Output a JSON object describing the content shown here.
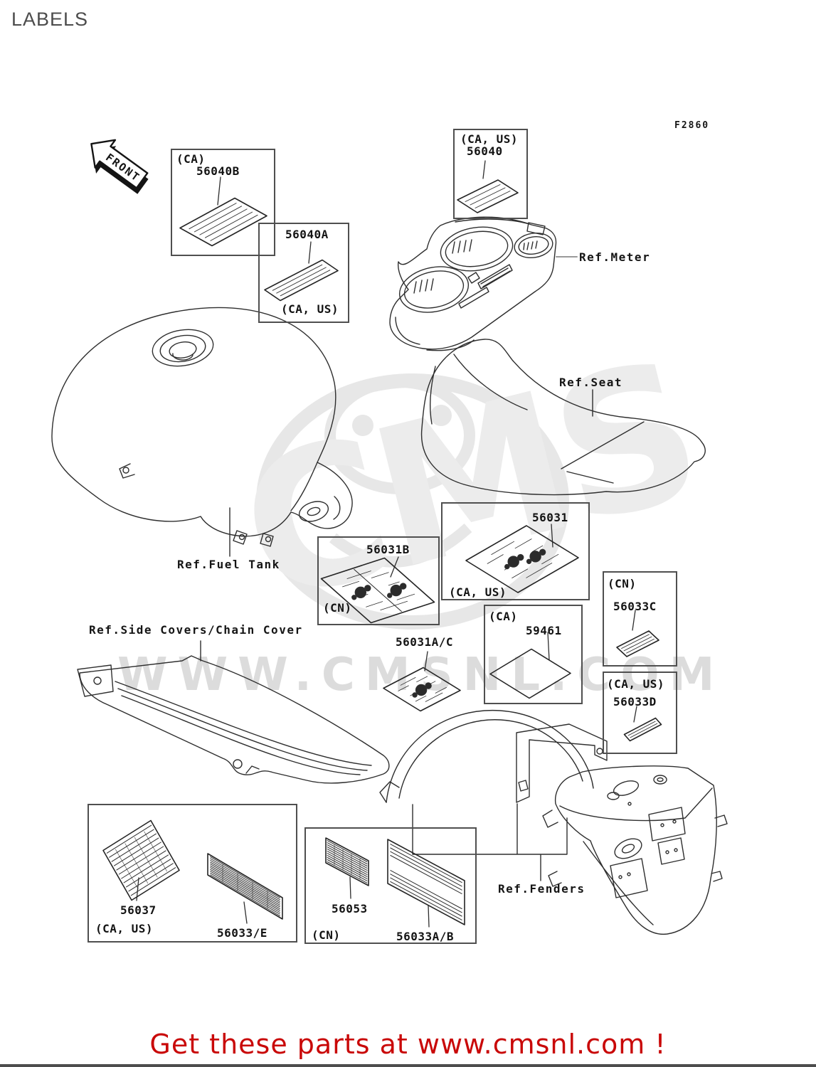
{
  "page": {
    "title": "LABELS",
    "figure_code": "F2860",
    "front_marker": "FRONT"
  },
  "watermark": {
    "brand": "CMS",
    "url": "WWW.CMSNL.COM"
  },
  "footer": {
    "cta": "Get these parts at www.cmsnl.com !"
  },
  "colors": {
    "footer_red": "#c90808",
    "line": "#2e2e2e",
    "watermark_grey": "#dcdcdc"
  },
  "refs": {
    "meter": "Ref.Meter",
    "seat": "Ref.Seat",
    "fuel_tank": "Ref.Fuel Tank",
    "side_covers": "Ref.Side Covers/Chain Cover",
    "fenders": "Ref.Fenders"
  },
  "parts": {
    "p56040B": {
      "number": "56040B",
      "region": "(CA)"
    },
    "p56040A": {
      "number": "56040A",
      "region": "(CA, US)"
    },
    "p56040": {
      "number": "56040",
      "region": "(CA, US)"
    },
    "p56031B": {
      "number": "56031B",
      "region": "(CN)"
    },
    "p56031": {
      "number": "56031",
      "region": "(CA, US)"
    },
    "p56031AC": {
      "number": "56031A/C"
    },
    "p59461": {
      "number": "59461",
      "region": "(CA)"
    },
    "p56033C": {
      "number": "56033C",
      "region": "(CN)"
    },
    "p56033D": {
      "number": "56033D",
      "region": "(CA, US)"
    },
    "p56037": {
      "number": "56037",
      "region": "(CA, US)"
    },
    "p56033E": {
      "number": "56033/E"
    },
    "p56053": {
      "number": "56053",
      "region": "(CN)"
    },
    "p56033AB": {
      "number": "56033A/B"
    }
  }
}
